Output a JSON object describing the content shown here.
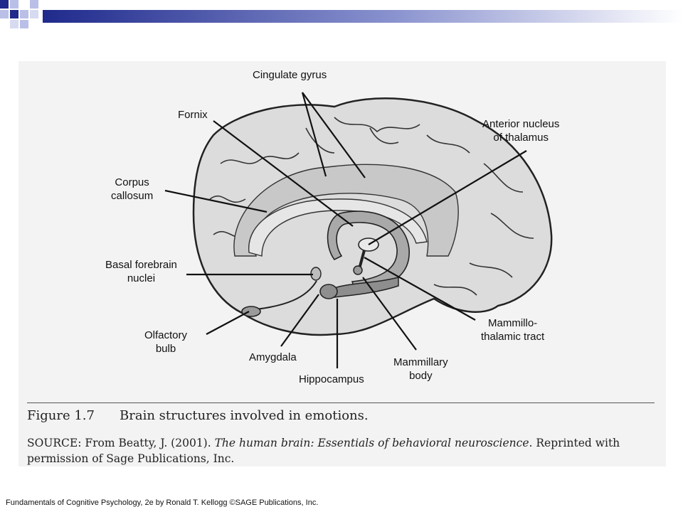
{
  "labels": {
    "cingulate_gyrus": "Cingulate gyrus",
    "fornix": "Fornix",
    "anterior_nucleus": [
      "Anterior nucleus",
      "of thalamus"
    ],
    "corpus_callosum": [
      "Corpus",
      "callosum"
    ],
    "basal_forebrain": [
      "Basal forebrain",
      "nuclei"
    ],
    "olfactory_bulb": [
      "Olfactory",
      "bulb"
    ],
    "amygdala": "Amygdala",
    "hippocampus": "Hippocampus",
    "mammillary_body": [
      "Mammillary",
      "body"
    ],
    "mammillothalamic_tract": [
      "Mammillo-",
      "thalamic tract"
    ]
  },
  "caption": {
    "figure_number": "Figure 1.7",
    "figure_title": "Brain structures involved in emotions.",
    "source_prefix": "SOURCE: From Beatty, J. (2001). ",
    "source_title": "The human brain: Essentials of behavioral neuroscience",
    "source_suffix": ". Reprinted with permission of Sage Publications, Inc."
  },
  "footer": "Fundamentals of Cognitive Psychology, 2e by Ronald T. Kellogg   ©SAGE Publications, Inc.",
  "colors": {
    "accent_dark": "#1f2a8c",
    "accent_light": "#b9bfe6",
    "brain_fill": "#dcdcdc",
    "limbic_fill": "#a9a9a9"
  }
}
